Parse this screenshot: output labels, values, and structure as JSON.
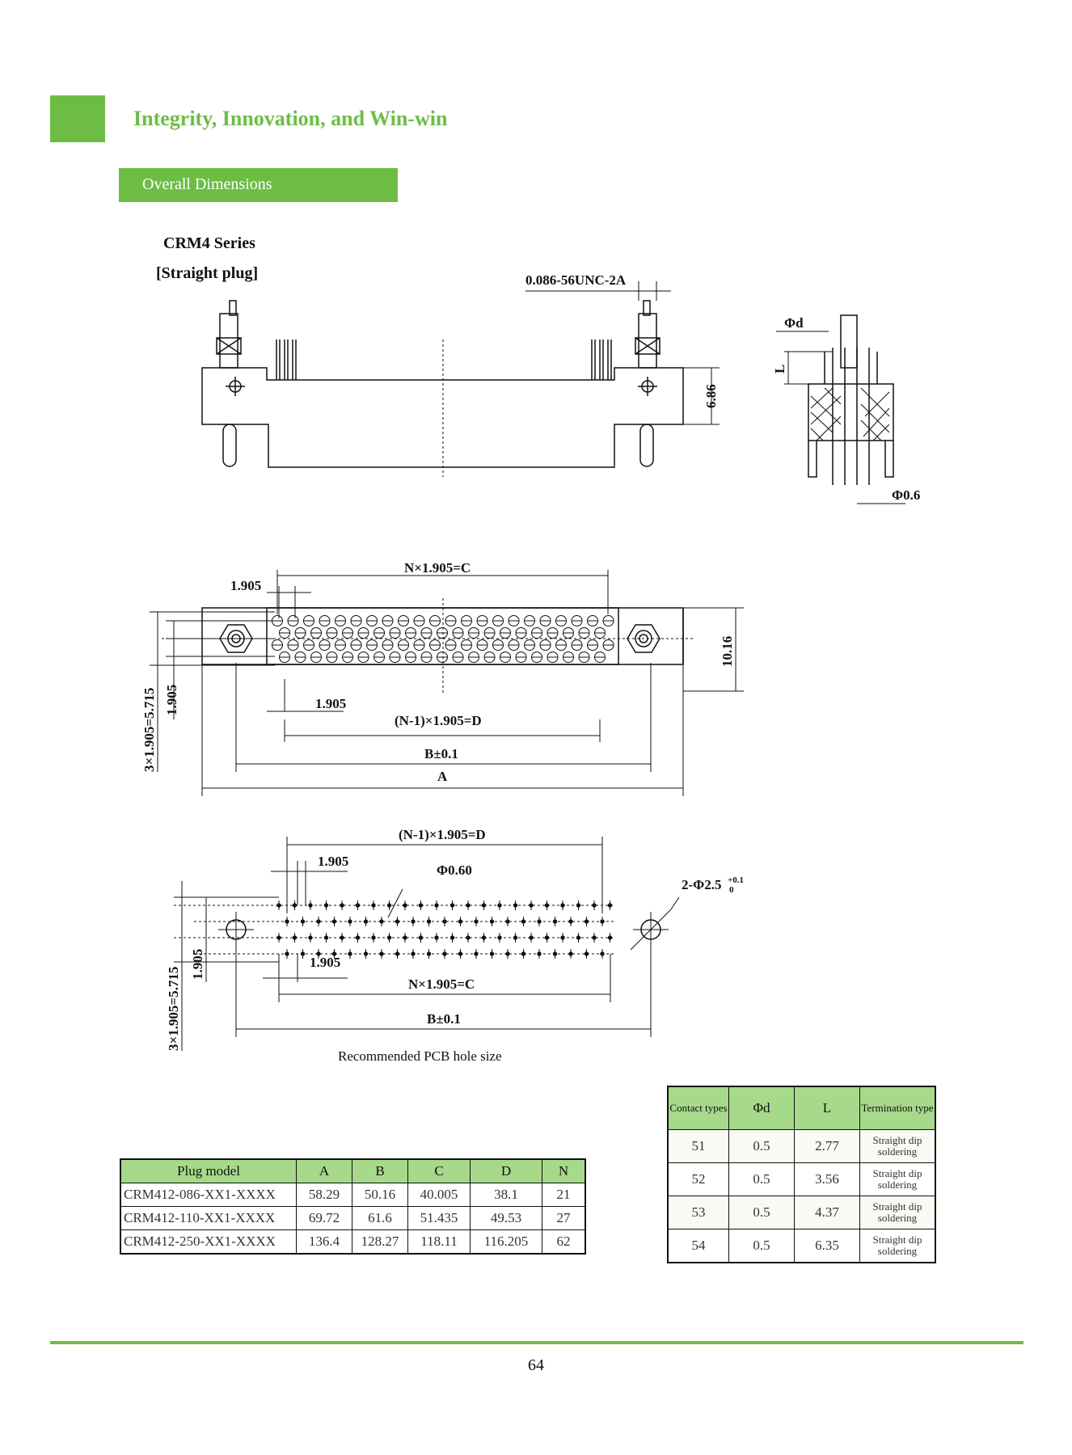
{
  "header": {
    "title": "Integrity, Innovation, and Win-win"
  },
  "section": {
    "label": "Overall Dimensions"
  },
  "product": {
    "series": "CRM4 Series",
    "subtitle": "[Straight plug]"
  },
  "drawing_labels": {
    "thread": "0.086-56UNC-2A",
    "height": "6.86",
    "phi_d": "Φd",
    "l_label": "L",
    "phi_06": "Φ0.6",
    "nc": "N×1.905=C",
    "pitch": "1.905",
    "width": "10.16",
    "row_pitch": "3×1.905=5.715",
    "nd": "(N-1)×1.905=D",
    "b": "B±0.1",
    "a": "A",
    "phi_060": "Φ0.60",
    "mount_hole": "2-Φ2.5",
    "tol_plus": "+0.1",
    "tol_zero": "0"
  },
  "pcb_caption": "Recommended PCB hole size",
  "plug_table": {
    "headers": [
      "Plug model",
      "A",
      "B",
      "C",
      "D",
      "N"
    ],
    "rows": [
      [
        "CRM412-086-XX1-XXXX",
        "58.29",
        "50.16",
        "40.005",
        "38.1",
        "21"
      ],
      [
        "CRM412-110-XX1-XXXX",
        "69.72",
        "61.6",
        "51.435",
        "49.53",
        "27"
      ],
      [
        "CRM412-250-XX1-XXXX",
        "136.4",
        "128.27",
        "118.11",
        "116.205",
        "62"
      ]
    ]
  },
  "contact_table": {
    "headers": [
      "Contact types",
      "Φd",
      "L",
      "Termination type"
    ],
    "rows": [
      [
        "51",
        "0.5",
        "2.77",
        "Straight dip soldering"
      ],
      [
        "52",
        "0.5",
        "3.56",
        "Straight dip soldering"
      ],
      [
        "53",
        "0.5",
        "4.37",
        "Straight dip soldering"
      ],
      [
        "54",
        "0.5",
        "6.35",
        "Straight dip soldering"
      ]
    ]
  },
  "footer": {
    "page_number": "64"
  }
}
